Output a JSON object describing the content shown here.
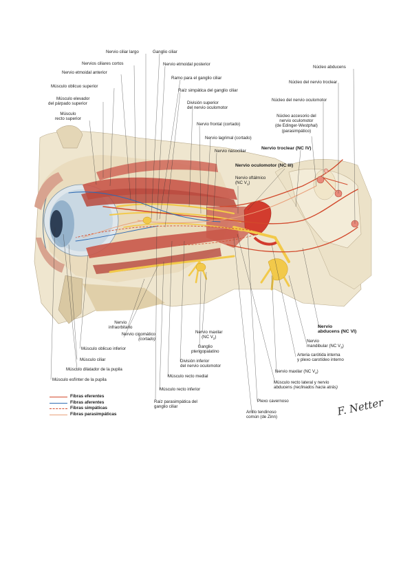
{
  "labels": {
    "ciliar_largo": "Nervio ciliar largo",
    "ganglio_ciliar": "Ganglio ciliar",
    "ciliares_cortos": "Nervios ciliares cortos",
    "etmoidal_posterior": "Nervio etmoidal posterior",
    "etmoidal_anterior": "Nervio etmoidal anterior",
    "ramo_ganglio": "Ramo para el ganglio ciliar",
    "oblicuo_superior": "Músculo oblicuo superior",
    "raiz_simpatica": "Raíz simpática del ganglio ciliar",
    "elevador_1": "Músculo elevador",
    "elevador_2": "del párpado superior",
    "division_sup_1": "División superior",
    "division_sup_2": "del nervio oculomotor",
    "recto_sup_1": "Músculo",
    "recto_sup_2": "recto superior",
    "frontal": "Nervio frontal (cortado)",
    "lagrimal": "Nervio lagrimal (cortado)",
    "nasociliar": "Nervio nasociliar",
    "nucleo_abducens": "Núcleo abducens",
    "nucleo_troclear": "Núcleo del nervio troclear",
    "nucleo_oculomotor": "Núcleo del nervio oculomotor",
    "ew_1": "Núcleo accesorio del",
    "ew_2": "nervio oculomotor",
    "ew_3": "(de Edinger-Westphal)",
    "ew_4": "(parasimpático)",
    "troclear_nc": "Nervio troclear (NC IV)",
    "oculomotor_nc": "Nervio oculomotor (NC III)",
    "oftalmico_1": "Nervio oftálmico",
    "oftalmico_2": "(NC V",
    "oftalmico_sub": "1",
    "infraorbitario_1": "Nervio",
    "infraorbitario_2": "infraorbitario",
    "cigomatico_1": "Nervio cigomático",
    "cigomatico_2": "(cortado)",
    "oblicuo_inferior": "Músculo oblicuo inferior",
    "ciliar_muscle": "Músculo ciliar",
    "dilatador": "Músculo dilatador de la pupila",
    "esfinter": "Músculo esfínter de la pupila",
    "maxilar_1": "Nervio maxilar",
    "maxilar_2": "(NC V",
    "maxilar_sub": "2",
    "pterigo_1": "Ganglio",
    "pterigo_2": "pterigopalatino",
    "division_inf_1": "División inferior",
    "division_inf_2": "del nervio oculomotor",
    "recto_medial": "Músculo recto medial",
    "recto_inferior": "Músculo recto inferior",
    "raiz_para_1": "Raíz parasimpática del",
    "raiz_para_2": "ganglio ciliar",
    "abducens_1": "Nervio",
    "abducens_2": "abducens (NC VI)",
    "mandibular_1": "Nervio",
    "mandibular_2": "mandibular (NC V",
    "mandibular_sub": "3",
    "carotida_1": "Arteria carótida interna",
    "carotida_2": "y plexo carotídeo interno",
    "maxilar_right": "Nervio maxilar (NC V",
    "maxilar_right_sub": "2",
    "recto_lateral_1": "Músculo recto lateral y nervio",
    "recto_lateral_2": "abducens",
    "recto_lateral_note": "(reclinados hacia atrás)",
    "plexo_cavernoso": "Plexo cavernoso",
    "anillo_1": "Anillo tendinoso",
    "anillo_2": "común (de Zinn)"
  },
  "legend": [
    {
      "label": "Fibras eferentes",
      "color": "#d2492c",
      "style": "solid"
    },
    {
      "label": "Fibras aferentes",
      "color": "#2f6bb3",
      "style": "solid"
    },
    {
      "label": "Fibras simpáticas",
      "color": "#d2492c",
      "style": "dashed"
    },
    {
      "label": "Fibras parasimpáticas",
      "color": "#e9a07a",
      "style": "solid"
    }
  ],
  "signature": "F. Netter",
  "colors": {
    "efferent": "#d2492c",
    "afferent": "#2f6bb3",
    "parasympathetic": "#e9a07a",
    "nerve_yellow": "#f2c94a",
    "muscle": "#c9584a",
    "bone": "#efe6cf"
  }
}
